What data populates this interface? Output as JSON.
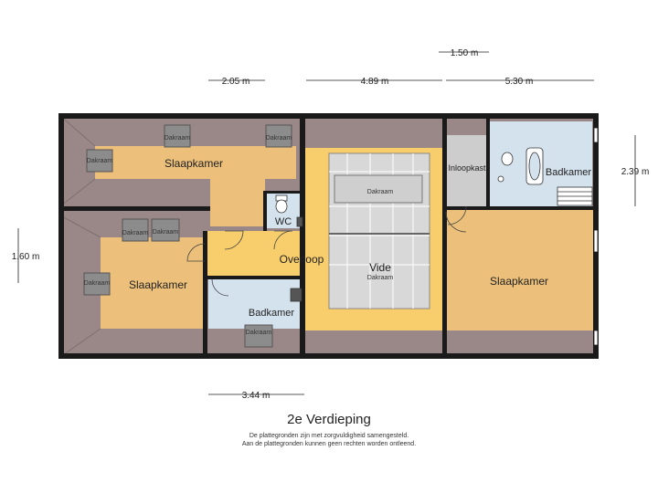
{
  "floor_title": "2e Verdieping",
  "disclaimer_lines": [
    "De plattegronden zijn met zorgvuldigheid samengesteld.",
    "Aan de plattegronden kunnen geen rechten worden ontleend."
  ],
  "dimensions": {
    "top_small": "1.50 m",
    "top_left": "2.05 m",
    "top_mid": "4.89 m",
    "top_right": "5.30 m",
    "right_side": "2.39 m",
    "left_side": "1.60 m",
    "bottom": "3.44 m"
  },
  "rooms": {
    "bedroom_top_left": "Slaapkamer",
    "bedroom_bottom_left": "Slaapkamer",
    "bedroom_right": "Slaapkamer",
    "wc": "WC",
    "landing": "Overloop",
    "void": "Vide",
    "bathroom_small": "Badkamer",
    "bathroom_right": "Badkamer",
    "walk_in_closet": "Inloopkast"
  },
  "skylight_label": "Dakraam",
  "colors": {
    "bedroom": "#ecc07a",
    "landing": "#f8cd6c",
    "wet_room": "#d4e2ee",
    "closet": "#cdcdcd",
    "roof_slope": "#9a8888",
    "wall": "#1a1a1a",
    "skylight": "#8c8c8c"
  }
}
